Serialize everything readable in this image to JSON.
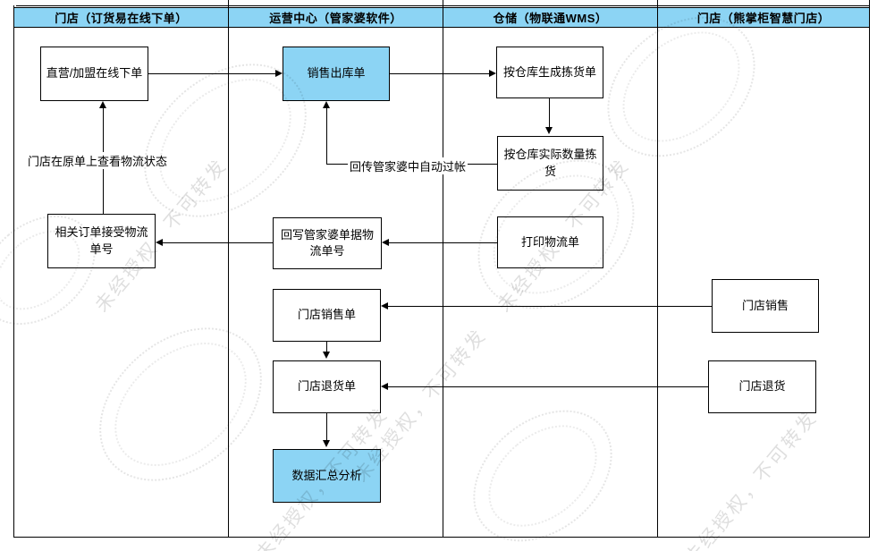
{
  "colors": {
    "accent": "#8CD4F4",
    "border": "#000000",
    "watermark_gray": "#9c9c9c"
  },
  "lanes": [
    {
      "label": "门店（订货易在线下单）"
    },
    {
      "label": "运营中心（管家婆软件）"
    },
    {
      "label": "仓储（物联通WMS）"
    },
    {
      "label": "门店（熊掌柜智慧门店）"
    }
  ],
  "nodes": {
    "online_order": {
      "label": "直营/加盟在线下单"
    },
    "sales_outbound": {
      "label": "销售出库单"
    },
    "generate_pick": {
      "label": "按仓库生成拣货单"
    },
    "actual_pick": {
      "label": "按仓库实际数量拣货"
    },
    "accept_tracking": {
      "label": "相关订单接受物流单号"
    },
    "writeback": {
      "label": "回写管家婆单据物流单号"
    },
    "print_logistics": {
      "label": "打印物流单"
    },
    "store_sales_order": {
      "label": "门店销售单"
    },
    "store_return_order": {
      "label": "门店退货单"
    },
    "data_analysis": {
      "label": "数据汇总分析"
    },
    "store_sales": {
      "label": "门店销售"
    },
    "store_return": {
      "label": "门店退货"
    }
  },
  "edge_labels": {
    "view_status": "门店在原单上查看物流状态",
    "auto_post": "回传管家婆中自动过帐"
  },
  "watermark": {
    "text": "未经授权，不可转发"
  }
}
